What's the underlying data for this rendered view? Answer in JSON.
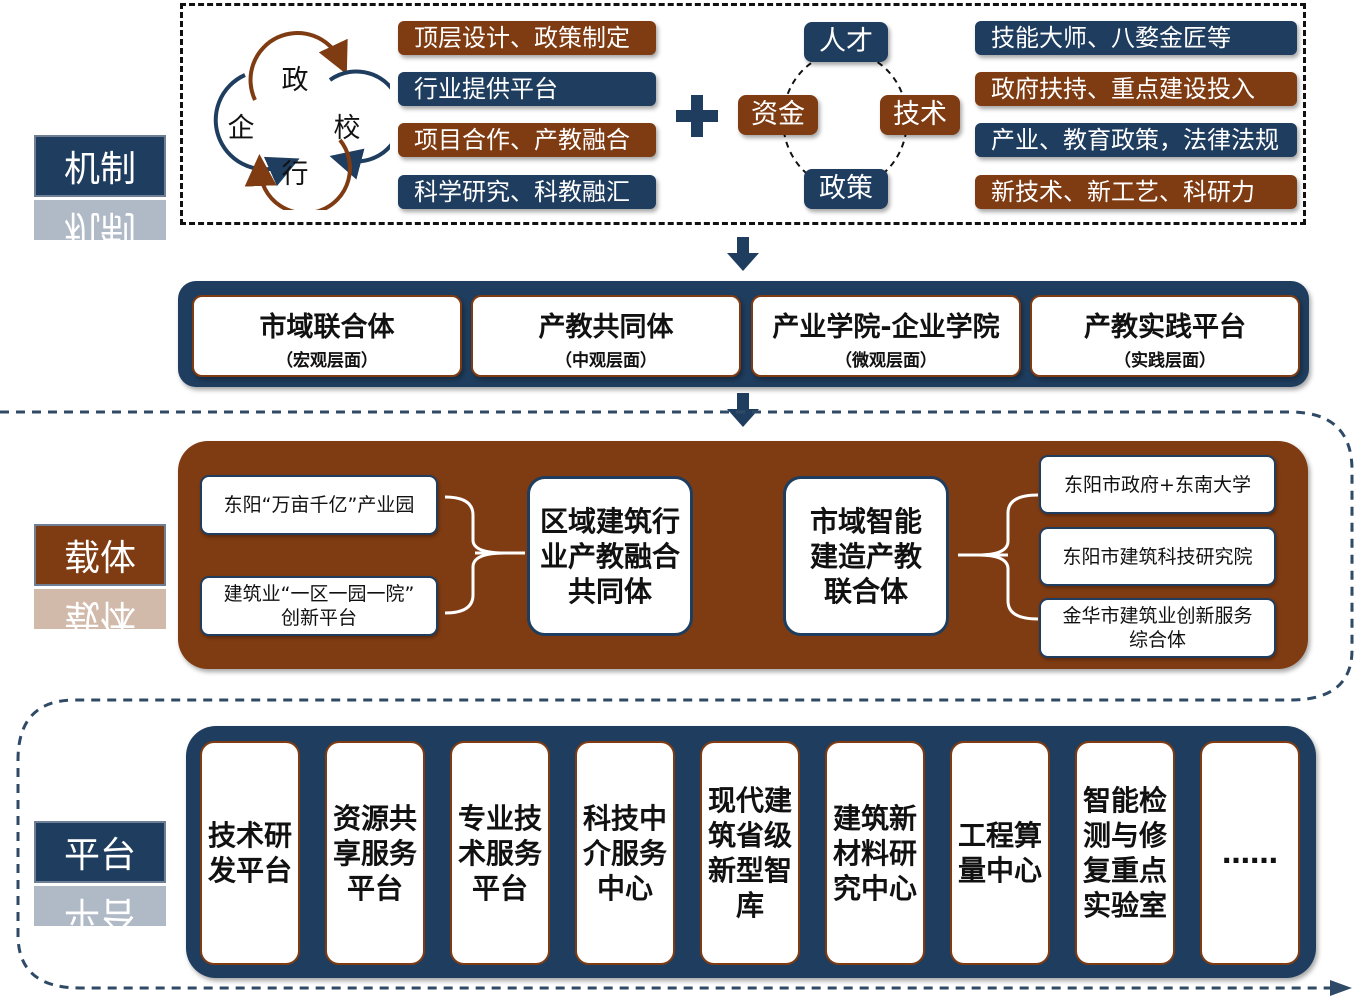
{
  "sections": {
    "mechanism": "机制",
    "carrier": "载体",
    "platform": "平台"
  },
  "cycle": {
    "top": "政",
    "left": "企",
    "right": "校",
    "bottom": "行"
  },
  "mechanism_left": [
    "顶层设计、政策制定",
    "行业提供平台",
    "项目合作、产教融合",
    "科学研究、科教融汇"
  ],
  "plus_symbol": "+",
  "resources": {
    "top": "人才",
    "left": "资金",
    "right": "技术",
    "bottom": "政策"
  },
  "mechanism_right": [
    "技能大师、八婺金匠等",
    "政府扶持、重点建设投入",
    "产业、教育政策，法律法规",
    "新技术、新工艺、科研力"
  ],
  "carriers": [
    {
      "title": "市域联合体",
      "sub": "（宏观层面）"
    },
    {
      "title": "产教共同体",
      "sub": "（中观层面）"
    },
    {
      "title": "产业学院-企业学院",
      "sub": "（微观层面）"
    },
    {
      "title": "产教实践平台",
      "sub": "（实践层面）"
    }
  ],
  "carrier_detail": {
    "left_items": [
      "东阳“万亩千亿”产业园",
      "建筑业“一区一园一院”\n创新平台"
    ],
    "core_left": "区域建筑行\n业产教融合\n共同体",
    "core_right": "市域智能\n建造产教\n联合体",
    "right_items": [
      "东阳市政府+东南大学",
      "东阳市建筑科技研究院",
      "金华市建筑业创新服务\n综合体"
    ]
  },
  "platforms": [
    "技术研\n发平台",
    "资源共\n享服务\n平台",
    "专业技\n术服务\n平台",
    "科技中\n介服务\n中心",
    "现代建\n筑省级\n新型智\n库",
    "建筑新\n材料研\n究中心",
    "工程算\n量中心",
    "智能检\n测与修\n复重点\n实验室",
    "……"
  ],
  "colors": {
    "navy": "#1f3d5e",
    "brown": "#7f3b12",
    "border_gray": "#6f7f95"
  }
}
